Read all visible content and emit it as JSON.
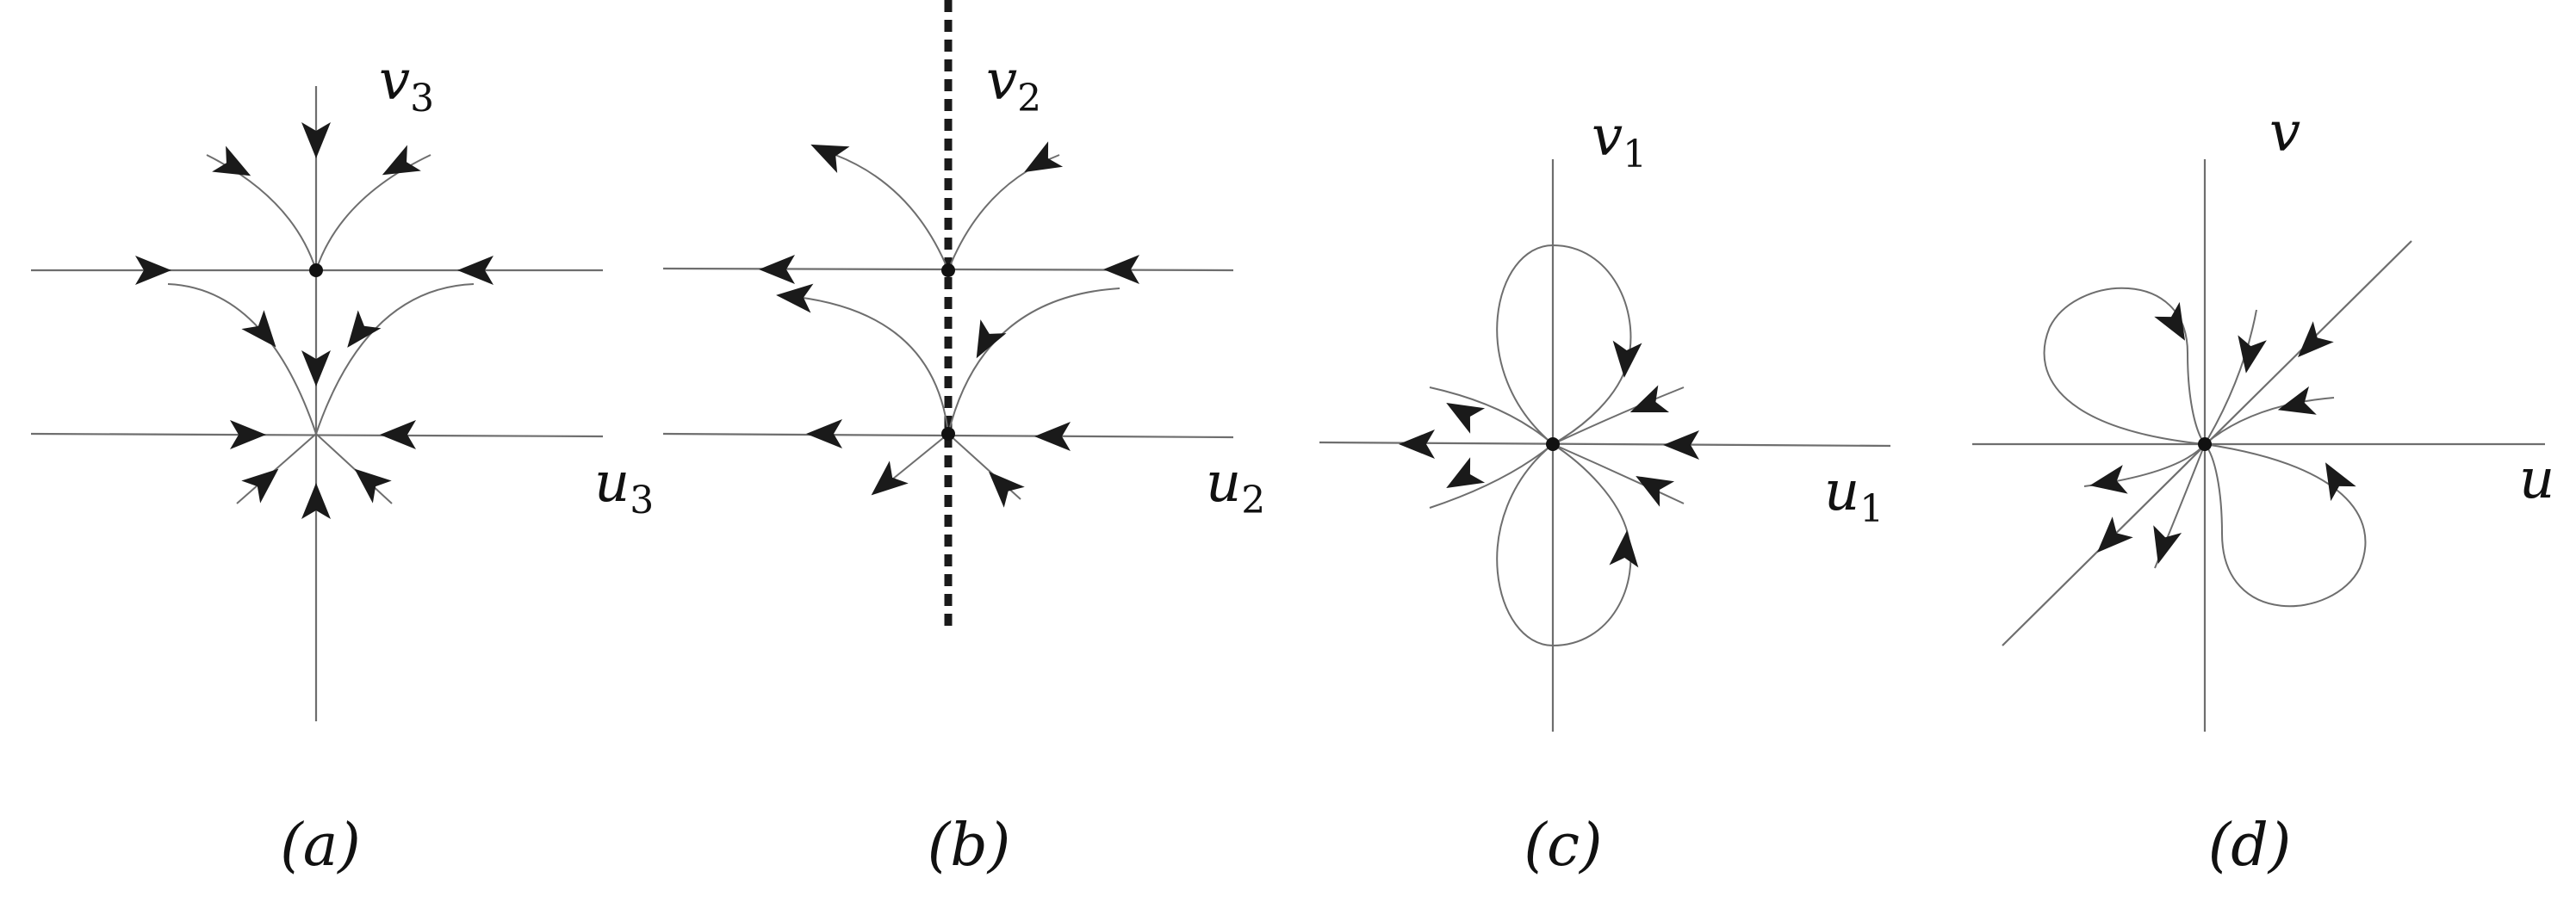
{
  "panels": [
    {
      "id": "a",
      "caption": "(a)",
      "h_base": "u",
      "h_sub": "3",
      "v_base": "v",
      "v_sub": "3"
    },
    {
      "id": "b",
      "caption": "(b)",
      "h_base": "u",
      "h_sub": "2",
      "v_base": "v",
      "v_sub": "2"
    },
    {
      "id": "c",
      "caption": "(c)",
      "h_base": "u",
      "h_sub": "1",
      "v_base": "v",
      "v_sub": "1"
    },
    {
      "id": "d",
      "caption": "(d)",
      "h_base": "u",
      "h_sub": "",
      "v_base": "v",
      "v_sub": ""
    }
  ],
  "colors": {
    "ink": "#1a1a1a",
    "orbit": "#6e6e6e",
    "background": "#ffffff"
  }
}
